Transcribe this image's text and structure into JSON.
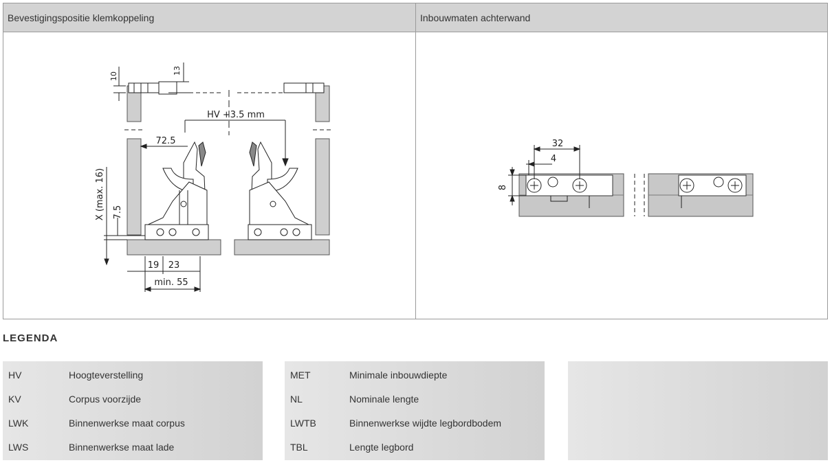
{
  "panels": {
    "left": {
      "title": "Bevestigingspositie klemkoppeling",
      "labels": {
        "dim_10": "10",
        "dim_13": "13",
        "hv": "HV +3.5 mm",
        "dim_72_5": "72.5",
        "x_max": "X (max. 16)",
        "dim_7_5": "7.5",
        "dim_19": "19",
        "dim_23": "23",
        "min_55": "min. 55"
      }
    },
    "right": {
      "title": "Inbouwmaten achterwand",
      "labels": {
        "dim_32": "32",
        "dim_4": "4",
        "dim_8": "8"
      }
    }
  },
  "legend": {
    "title": "LEGENDA",
    "col1": [
      {
        "abbr": "HV",
        "desc": "Hoogteverstelling"
      },
      {
        "abbr": "KV",
        "desc": "Corpus voorzijde"
      },
      {
        "abbr": "LWK",
        "desc": "Binnenwerkse maat corpus"
      },
      {
        "abbr": "LWS",
        "desc": "Binnenwerkse maat lade"
      }
    ],
    "col2": [
      {
        "abbr": "MET",
        "desc": "Minimale inbouwdiepte"
      },
      {
        "abbr": "NL",
        "desc": "Nominale lengte"
      },
      {
        "abbr": "LWTB",
        "desc": "Binnenwerkse wijdte legbordbodem"
      },
      {
        "abbr": "TBL",
        "desc": "Lengte legbord"
      }
    ]
  }
}
